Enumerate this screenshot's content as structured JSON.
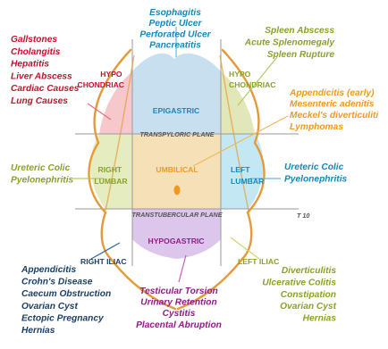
{
  "colors": {
    "red_text": "#c8102e",
    "blue_text": "#1a86b8",
    "orange_text": "#ef9a1f",
    "green_text": "#8aa12c",
    "navy_text": "#1b3f66",
    "magenta_text": "#8e1d86",
    "body_outline": "#e59a3a",
    "grid_line": "#9a9a9a",
    "region_hypochondriac_right": "#f6c8cc",
    "region_epigastric": "#c8dff0",
    "region_hypochondriac_left": "#e2e7b9",
    "region_lumbar_right": "#e4ecc0",
    "region_umbilical": "#f6e0b8",
    "region_lumbar_left": "#c3e8f4",
    "region_hypogastric": "#dcc6ec",
    "arrow_red": "#e0707a",
    "arrow_blue": "#6bb5e0",
    "arrow_orange": "#f1b860",
    "arrow_green": "#b8c860",
    "arrow_navy": "#3a6a98",
    "arrow_magenta": "#c060c0",
    "arrow_yellow": "#d8d070"
  },
  "regions": {
    "right_hypochondriac": [
      "HYPO",
      "CHONDRIAC"
    ],
    "epigastric": "EPIGASTRIC",
    "left_hypochondriac": [
      "HYPO",
      "CHONDRIAC"
    ],
    "right_lumbar": [
      "RIGHT",
      "LUMBAR"
    ],
    "umbilical": "UMBILICAL",
    "left_lumbar": [
      "LEFT",
      "LUMBAR"
    ],
    "hypogastric": "HYPOGASTRIC",
    "right_iliac": "RIGHT ILIAC",
    "left_iliac": "LEFT ILIAC"
  },
  "planes": {
    "transpyloric": "TRANSPYLORIC PLANE",
    "transtubercular": "TRANSTUBERCULAR PLANE",
    "t10": "T 10"
  },
  "causes": {
    "right_hypochondriac": [
      "Gallstones",
      "Cholangitis",
      "Hepatitis",
      "Liver Abscess",
      "Cardiac Causes",
      "Lung Causes"
    ],
    "epigastric": [
      "Esophagitis",
      "Peptic Ulcer",
      "Perforated Ulcer",
      "Pancreatitis"
    ],
    "left_hypochondriac": [
      "Spleen Abscess",
      "Acute Splenomegaly",
      "Spleen Rupture"
    ],
    "umbilical": [
      "Appendicitis (early)",
      "Mesenteric adenitis",
      "Meckel's diverticuliti",
      "Lymphomas"
    ],
    "right_lumbar": [
      "Ureteric Colic",
      "Pyelonephritis"
    ],
    "left_lumbar": [
      "Ureteric Colic",
      "Pyelonephritis"
    ],
    "right_iliac": [
      "Appendicitis",
      "Crohn's Disease",
      "Caecum Obstruction",
      "Ovarian Cyst",
      "Ectopic Pregnancy",
      "Hernias"
    ],
    "hypogastric": [
      "Testicular Torsion",
      "Urinary Retention",
      "Cystitis",
      "Placental Abruption"
    ],
    "left_iliac": [
      "Diverticulitis",
      "Ulcerative Colitis",
      "Constipation",
      "Ovarian Cyst",
      "Hernias"
    ]
  }
}
